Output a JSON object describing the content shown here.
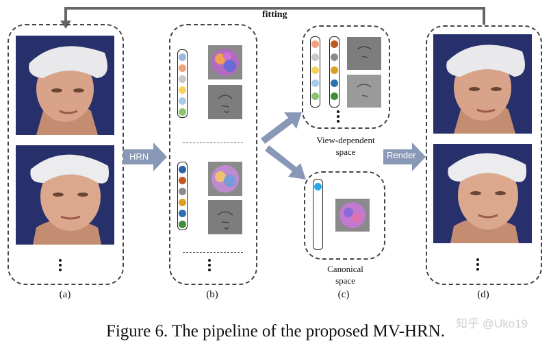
{
  "top_label": "fitting",
  "arrow1_label": "HRN",
  "arrow2_label": "Render",
  "vd_space_label": [
    "View-dependent",
    "space"
  ],
  "canonical_label": [
    "Canonical",
    "space"
  ],
  "panel_labels": [
    "(a)",
    "(b)",
    "(c)",
    "(d)"
  ],
  "caption": "Figure 6. The pipeline of the proposed MV-HRN.",
  "watermark": "知乎 @Uko19",
  "colors": {
    "arrow": "#8898b6",
    "dash": "#444444",
    "photo_bg": "#27306b",
    "vd_dots_1": [
      "#f2a27a",
      "#c8c8c8",
      "#f4d35e",
      "#a9cbe8",
      "#8bc46f"
    ],
    "vd_dots_2": [
      "#c25a1f",
      "#8c8c8c",
      "#d9a021",
      "#2f6fb3",
      "#3e8f3a"
    ],
    "b_dots_1": [
      "#9cb8e0",
      "#f2a27a",
      "#c8c8c8",
      "#f4d35e",
      "#a9cbe8",
      "#8bc46f"
    ],
    "b_dots_2": [
      "#2f5fa8",
      "#c25a1f",
      "#8c8c8c",
      "#d9a021",
      "#2f6fb3",
      "#3e8f3a"
    ],
    "canonical_dot": "#2aa7e6"
  }
}
